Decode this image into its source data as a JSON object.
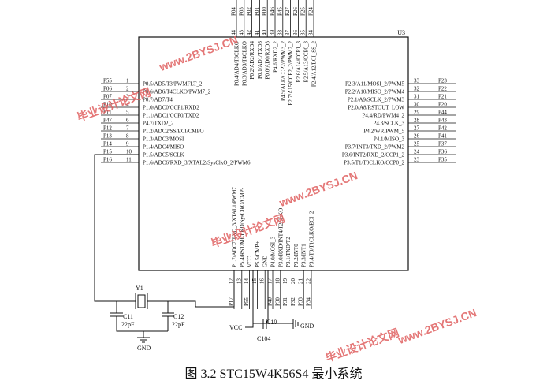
{
  "chip": {
    "ref": "U3",
    "left_pins": [
      {
        "num": "1",
        "net": "P55",
        "label": "P0.5/AD5/T3/PWMFLT_2"
      },
      {
        "num": "2",
        "net": "P06",
        "label": "P0.6/AD6/T4CLKO/PWM7_2"
      },
      {
        "num": "3",
        "net": "P07",
        "label": "P0.7/AD7/T4"
      },
      {
        "num": "4",
        "net": "P10",
        "label": "P1.0/ADC0/CCP1/RXD2"
      },
      {
        "num": "5",
        "net": "P11",
        "label": "P1.1/ADC1/CCP0/TXD2"
      },
      {
        "num": "6",
        "net": "P47",
        "label": "P4.7/TXD2_2"
      },
      {
        "num": "7",
        "net": "P12",
        "label": "P1.2/ADC2/SS/ECI/CMPO"
      },
      {
        "num": "8",
        "net": "P13",
        "label": "P1.3/ADC3/MOSI"
      },
      {
        "num": "9",
        "net": "P14",
        "label": "P1.4/ADC4/MISO"
      },
      {
        "num": "10",
        "net": "P15",
        "label": "P1.5/ADC5/SCLK"
      },
      {
        "num": "11",
        "net": "P16",
        "label": "P1.6/ADC6/RXD_3/XTAL2/SysClkO_2/PWM6"
      }
    ],
    "right_pins": [
      {
        "num": "33",
        "net": "P23",
        "label": "P2.3/A11/MOSI_2/PWM5"
      },
      {
        "num": "32",
        "net": "P22",
        "label": "P2.2/A10/MISO_2/PWM4"
      },
      {
        "num": "31",
        "net": "P21",
        "label": "P2.1/A9/SCLK_2/PWM3"
      },
      {
        "num": "30",
        "net": "P20",
        "label": "P2.0/A8/RSTOUT_LOW"
      },
      {
        "num": "29",
        "net": "P44",
        "label": "P4.4/RD/PWM4_2"
      },
      {
        "num": "28",
        "net": "P43",
        "label": "P4.3/SCLK_3"
      },
      {
        "num": "27",
        "net": "P42",
        "label": "P4.2/WR/PWM_5"
      },
      {
        "num": "26",
        "net": "P41",
        "label": "P4.1/MISO_3"
      },
      {
        "num": "25",
        "net": "P37",
        "label": "P3.7/INT3/TXD_2/PWM2"
      },
      {
        "num": "24",
        "net": "P36",
        "label": "P3.6/INT2/RXD_2/CCP1_2"
      },
      {
        "num": "23",
        "net": "P35",
        "label": "P3.5/T1/T0CLKO/CCP0_2"
      }
    ],
    "top_pins": [
      {
        "num": "44",
        "net": "P04",
        "label": "P0.4/AD4/T3CLKO"
      },
      {
        "num": "43",
        "net": "P03",
        "label": "P0.3/AD3/T4CLKO"
      },
      {
        "num": "42",
        "net": "P02",
        "label": "P0.2/AD2/RXD4"
      },
      {
        "num": "41",
        "net": "P01",
        "label": "P0.1/AD1/TXD3"
      },
      {
        "num": "40",
        "net": "P00",
        "label": "P0.0/AD0/RXD3"
      },
      {
        "num": "39",
        "net": "P46",
        "label": "P4.6/RXD2_2"
      },
      {
        "num": "38",
        "net": "P45",
        "label": "P4.5/ALE/CCP2/PWM3_2"
      },
      {
        "num": "37",
        "net": "P27",
        "label": "P2.7/A15/CCP2_2/PWM2_2"
      },
      {
        "num": "36",
        "net": "P26",
        "label": "P2.6/A14/CCP1_3"
      },
      {
        "num": "35",
        "net": "P25",
        "label": "P2.5/A13/CCP0_3"
      },
      {
        "num": "34",
        "net": "P24",
        "label": "P2.4/A12/ECI_SS_2"
      }
    ],
    "bottom_pins": [
      {
        "num": "12",
        "net": "P17",
        "label": "P1.7/ADC7/TXD_3/XTAL1/PWM7"
      },
      {
        "num": "13",
        "net": "",
        "label": "P5.4/RST/MCLKO/SysClkO/CMP-"
      },
      {
        "num": "14",
        "net": "P55",
        "label": "VCC"
      },
      {
        "num": "15",
        "net": "",
        "label": "P5.5/CMP+"
      },
      {
        "num": "16",
        "net": "",
        "label": "GND"
      },
      {
        "num": "17",
        "net": "P40",
        "label": "P4.0/MOSI_3"
      },
      {
        "num": "18",
        "net": "P30",
        "label": "P3.0/RXD/INT4/T2CLKO"
      },
      {
        "num": "19",
        "net": "P31",
        "label": "P3.1/TXD/T2"
      },
      {
        "num": "20",
        "net": "P32",
        "label": "P3.2/INT0"
      },
      {
        "num": "21",
        "net": "P33",
        "label": "P3.3/INT1"
      },
      {
        "num": "22",
        "net": "P34",
        "label": "P3.4/T0/T1CLKO/ECI_2"
      }
    ]
  },
  "parts": {
    "crystal": "Y1",
    "c11_ref": "C11",
    "c11_val": "22pF",
    "c12_ref": "C12",
    "c12_val": "22pF",
    "c10_ref": "C10",
    "c104_val": "C104",
    "vcc_label": "VCC",
    "gnd_label_left": "GND",
    "gnd_label_right": "GND"
  },
  "watermark": {
    "cn": "毕业设计论文网",
    "url": "www.2BYSJ.CN"
  },
  "caption": "图 3.2 STC15W4K56S4 最小系统"
}
